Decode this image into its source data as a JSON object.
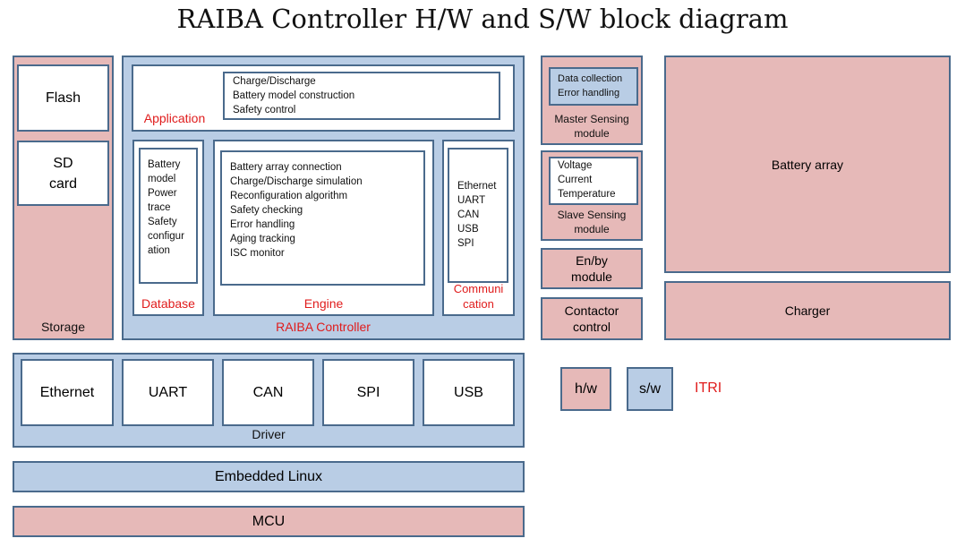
{
  "title": "RAIBA Controller H/W and S/W block diagram",
  "storage": {
    "label": "Storage",
    "flash": "Flash",
    "sd_card": "SD\ncard"
  },
  "controller": {
    "label": "RAIBA Controller",
    "application": {
      "label": "Application",
      "items": "Charge/Discharge\nBattery model construction\nSafety control"
    },
    "database": {
      "label": "Database",
      "items": "Battery\nmodel\nPower\ntrace\nSafety\nconfigur\nation"
    },
    "engine": {
      "label": "Engine",
      "items": "Battery array connection\nCharge/Discharge simulation\nReconfiguration algorithm\nSafety checking\nError handling\nAging tracking\nISC monitor"
    },
    "communication": {
      "label": "Communi\ncation",
      "items": "Ethernet\nUART\nCAN\nUSB\nSPI"
    }
  },
  "driver": {
    "label": "Driver",
    "items": [
      "Ethernet",
      "UART",
      "CAN",
      "SPI",
      "USB"
    ]
  },
  "embedded_linux": "Embedded Linux",
  "mcu": "MCU",
  "master_sensing": {
    "label": "Master Sensing\nmodule",
    "items": "Data collection\nError handling"
  },
  "slave_sensing": {
    "label": "Slave Sensing\nmodule",
    "items": "Voltage\nCurrent\nTemperature"
  },
  "enby": "En/by\nmodule",
  "contactor": "Contactor\ncontrol",
  "battery_array": "Battery array",
  "charger": "Charger",
  "legend": {
    "hw": "h/w",
    "sw": "s/w",
    "org": "ITRI"
  },
  "colors": {
    "hardware": "#e6b9b8",
    "software": "#b9cde5",
    "border": "#4a6a8c",
    "accent_text": "#e01c1c"
  }
}
